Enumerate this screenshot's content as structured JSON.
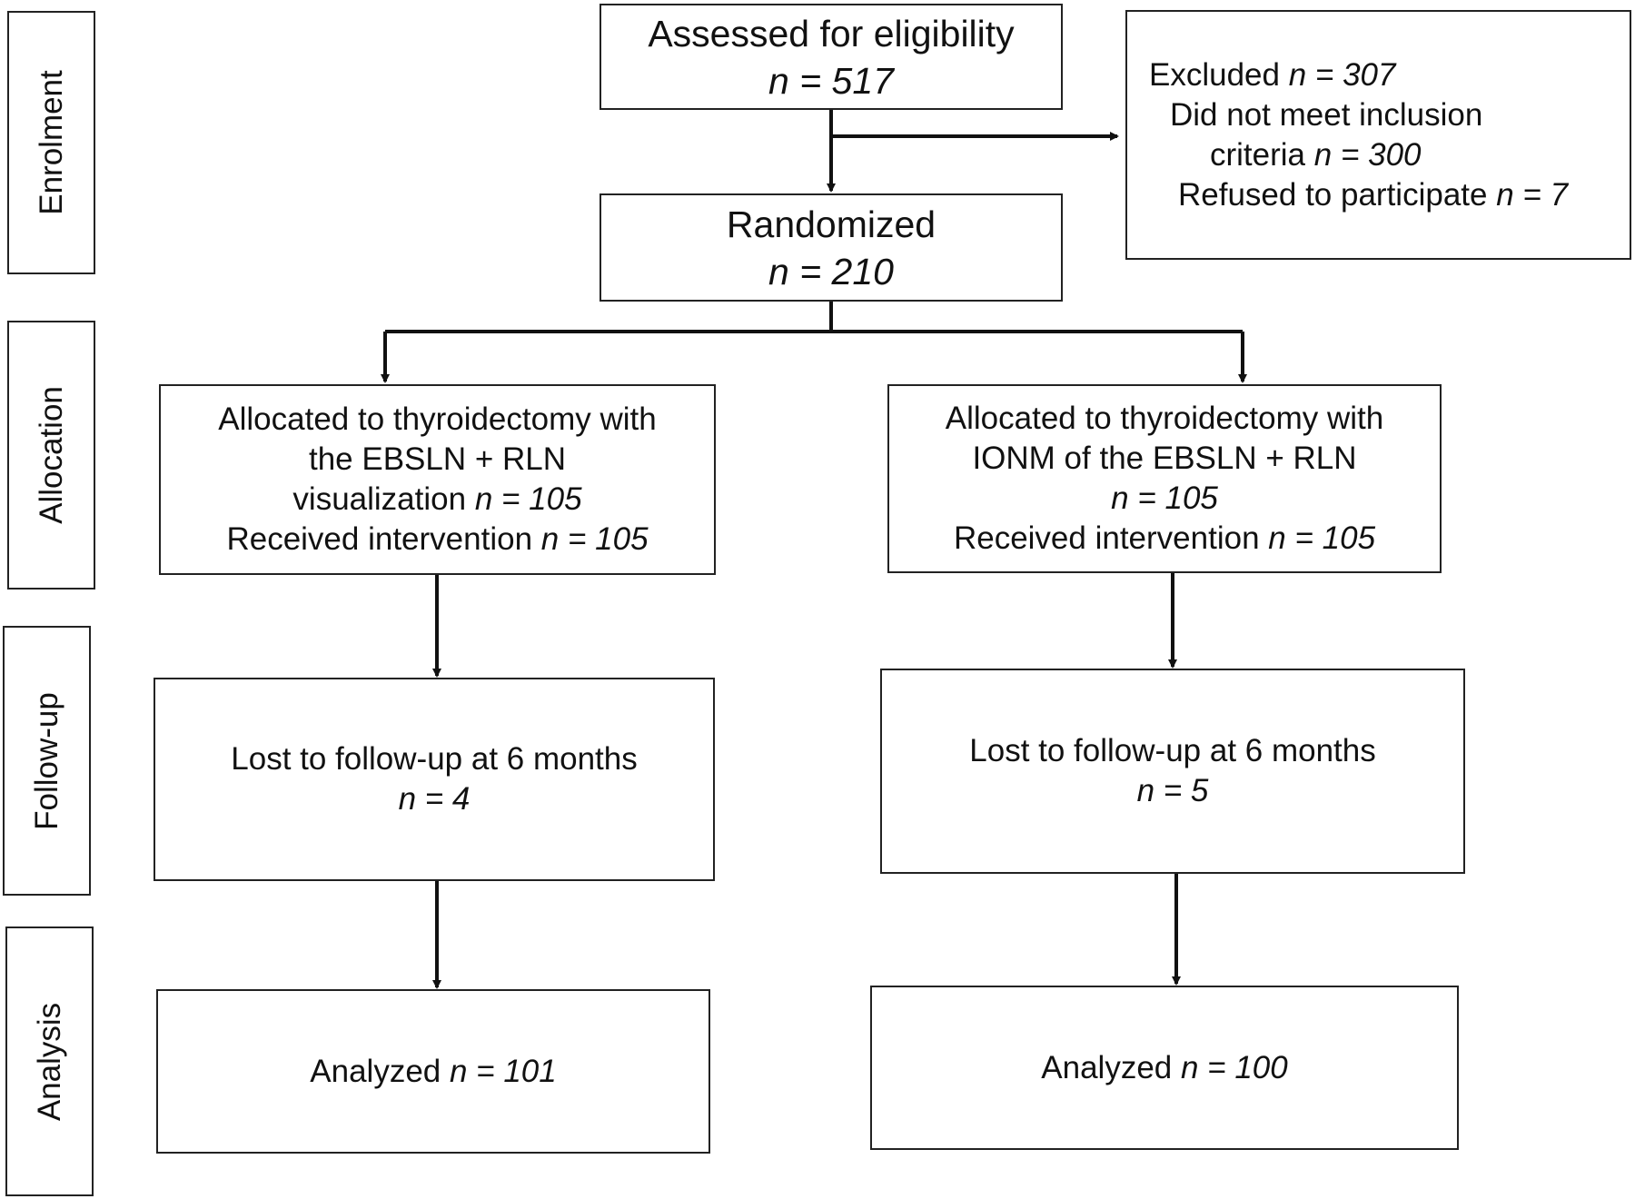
{
  "stages": {
    "enrolment": "Enrolment",
    "allocation": "Allocation",
    "followup": "Follow-up",
    "analysis": "Analysis"
  },
  "assessed": {
    "label": "Assessed for eligibility",
    "n": "n = 517"
  },
  "excluded": {
    "label": "Excluded",
    "n": "n = 307",
    "line2": "Did not meet inclusion",
    "line3": "criteria",
    "line3_n": "n = 300",
    "line4": "Refused to participate",
    "line4_n": "n = 7"
  },
  "randomized": {
    "label": "Randomized",
    "n": "n = 210"
  },
  "allocation_left": {
    "line1": "Allocated to thyroidectomy with",
    "line2": "the EBSLN + RLN",
    "line3": "visualization",
    "line3_n": "n = 105",
    "line4": "Received intervention",
    "line4_n": "n = 105"
  },
  "allocation_right": {
    "line1": "Allocated to thyroidectomy with",
    "line2": "IONM of the EBSLN + RLN",
    "line3_n": "n = 105",
    "line4": "Received intervention",
    "line4_n": "n = 105"
  },
  "followup_left": {
    "label": "Lost to follow-up at 6 months",
    "n": "n = 4"
  },
  "followup_right": {
    "label": "Lost to follow-up at 6 months",
    "n": "n = 5"
  },
  "analysis_left": {
    "label": "Analyzed",
    "n": "n = 101"
  },
  "analysis_right": {
    "label": "Analyzed",
    "n": "n = 100"
  }
}
